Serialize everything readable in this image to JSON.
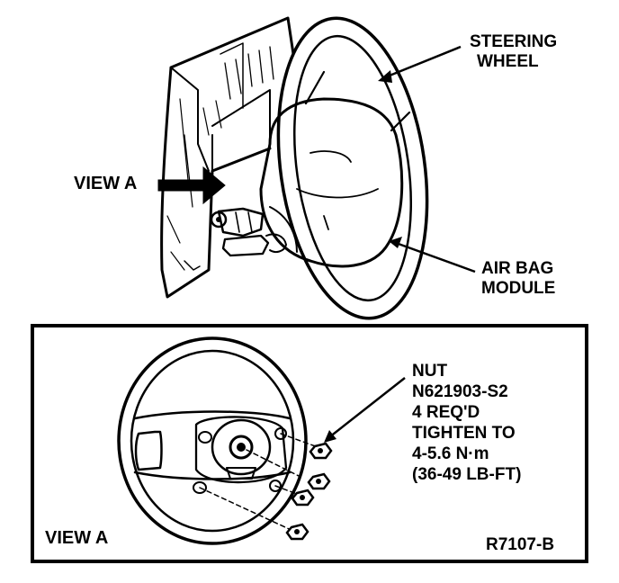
{
  "labels": {
    "steering_wheel_line1": "STEERING",
    "steering_wheel_line2": "WHEEL",
    "view_a_top": "VIEW A",
    "air_bag_line1": "AIR BAG",
    "air_bag_line2": "MODULE",
    "nut_line1": "NUT",
    "nut_line2": "N621903-S2",
    "nut_line3": "4 REQ'D",
    "nut_line4": "TIGHTEN TO",
    "nut_line5": "4-5.6 N·m",
    "nut_line6": "(36-49 LB-FT)",
    "view_a_inset": "VIEW A",
    "figure_ref": "R7107-B"
  },
  "colors": {
    "ink": "#000000",
    "paper": "#ffffff"
  }
}
